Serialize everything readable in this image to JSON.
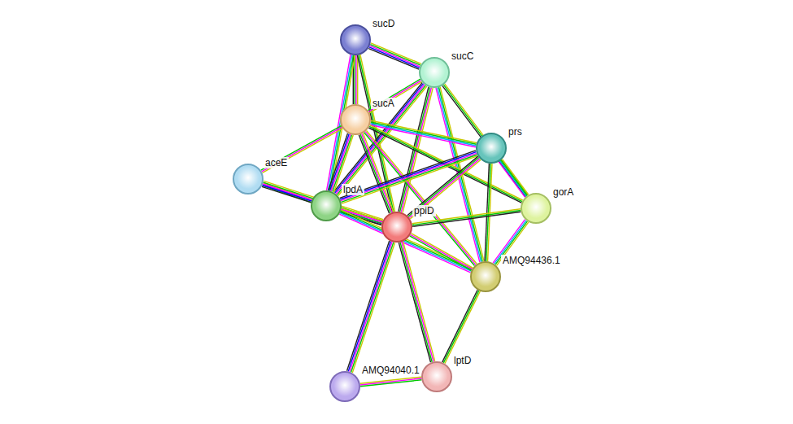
{
  "diagram": {
    "nodes": [
      {
        "text": [
          "sucD"
        ]
      },
      {
        "text": [
          "sucC"
        ]
      },
      {
        "text": [
          "sucA"
        ]
      },
      {
        "text": [
          "prs"
        ]
      },
      {
        "text": [
          "aceE"
        ]
      },
      {
        "text": [
          "lpdA"
        ]
      },
      {
        "text": [
          "ppiD"
        ]
      },
      {
        "text": [
          "gorA"
        ]
      },
      {
        "text": [
          "AMQ94436.1"
        ]
      },
      {
        "text": [
          "AMQ94040.1"
        ]
      },
      {
        "text": [
          "lptD"
        ]
      }
    ],
    "edges": [
      {
        "from": 0,
        "to": 1,
        "arrow": "none"
      },
      {
        "from": 0,
        "to": 2,
        "arrow": "none"
      },
      {
        "from": 0,
        "to": 5,
        "arrow": "none"
      },
      {
        "from": 0,
        "to": 6,
        "arrow": "none"
      },
      {
        "from": 1,
        "to": 2,
        "arrow": "none"
      },
      {
        "from": 1,
        "to": 5,
        "arrow": "none"
      },
      {
        "from": 1,
        "to": 6,
        "arrow": "none"
      },
      {
        "from": 1,
        "to": 8,
        "arrow": "none"
      },
      {
        "from": 1,
        "to": 7,
        "arrow": "none"
      },
      {
        "from": 2,
        "to": 4,
        "arrow": "none"
      },
      {
        "from": 2,
        "to": 5,
        "arrow": "none"
      },
      {
        "from": 2,
        "to": 6,
        "arrow": "none"
      },
      {
        "from": 2,
        "to": 3,
        "arrow": "none"
      },
      {
        "from": 2,
        "to": 7,
        "arrow": "none"
      },
      {
        "from": 2,
        "to": 8,
        "arrow": "none"
      },
      {
        "from": 3,
        "to": 5,
        "arrow": "none"
      },
      {
        "from": 3,
        "to": 6,
        "arrow": "none"
      },
      {
        "from": 3,
        "to": 7,
        "arrow": "none"
      },
      {
        "from": 3,
        "to": 8,
        "arrow": "none"
      },
      {
        "from": 4,
        "to": 5,
        "arrow": "none"
      },
      {
        "from": 4,
        "to": 6,
        "arrow": "none"
      },
      {
        "from": 5,
        "to": 6,
        "arrow": "none"
      },
      {
        "from": 5,
        "to": 8,
        "arrow": "none"
      },
      {
        "from": 6,
        "to": 7,
        "arrow": "none"
      },
      {
        "from": 6,
        "to": 8,
        "arrow": "none"
      },
      {
        "from": 6,
        "to": 9,
        "arrow": "none"
      },
      {
        "from": 6,
        "to": 10,
        "arrow": "none"
      },
      {
        "from": 7,
        "to": 8,
        "arrow": "none"
      },
      {
        "from": 8,
        "to": 10,
        "arrow": "none"
      },
      {
        "from": 9,
        "to": 10,
        "arrow": "none"
      }
    ]
  }
}
